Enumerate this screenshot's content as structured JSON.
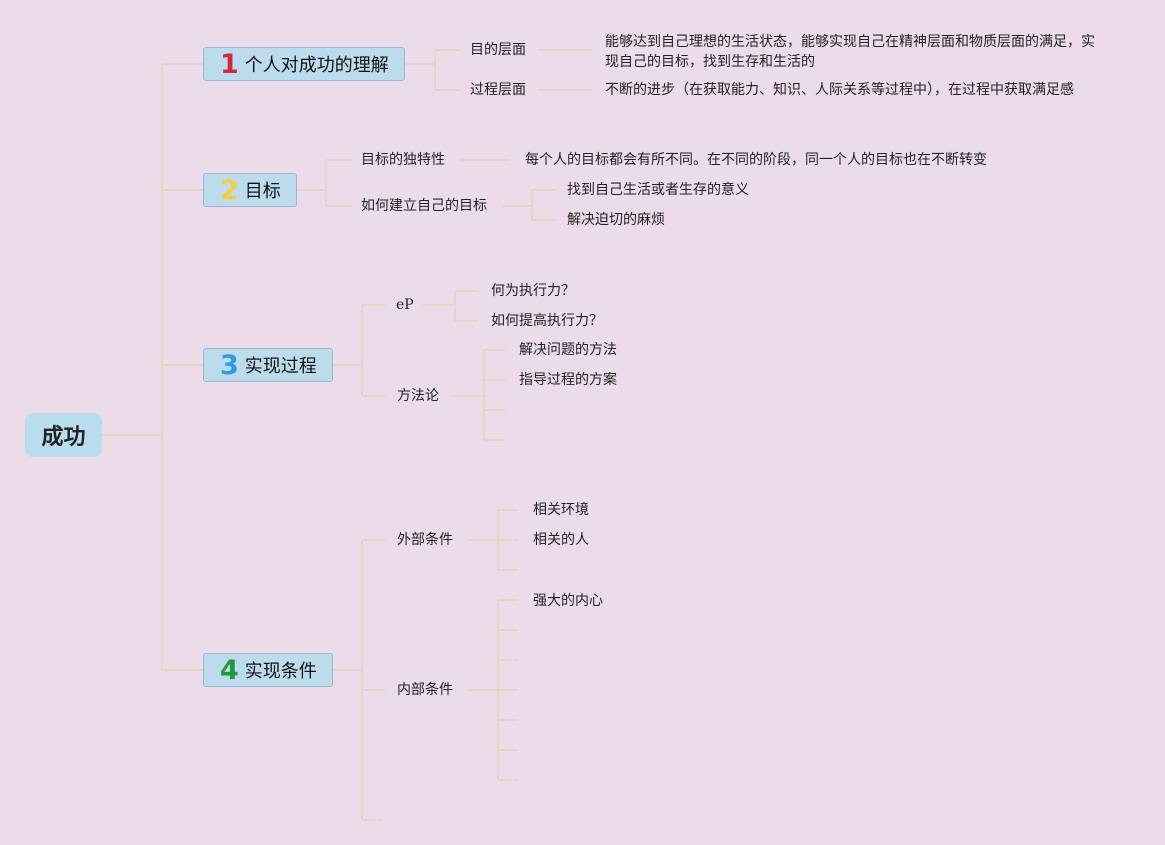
{
  "root": {
    "label": "成功"
  },
  "branches": [
    {
      "number": "1",
      "number_color": "#d6263a",
      "label": "个人对成功的理解",
      "children": [
        {
          "label": "目的层面",
          "children": [
            {
              "label": "能够达到自己理想的生活状态，能够实现自己在精神层面和物质层面的满足，实现自己的目标，找到生存和生活的"
            }
          ]
        },
        {
          "label": "过程层面",
          "children": [
            {
              "label": "不断的进步（在获取能力、知识、人际关系等过程中），在过程中获取满足感"
            }
          ]
        }
      ]
    },
    {
      "number": "2",
      "number_color": "#f2cf3f",
      "label": "目标",
      "children": [
        {
          "label": "目标的独特性",
          "children": [
            {
              "label": "每个人的目标都会有所不同。在不同的阶段，同一个人的目标也在不断转变"
            }
          ]
        },
        {
          "label": "如何建立自己的目标",
          "children": [
            {
              "label": "找到自己生活或者生存的意义"
            },
            {
              "label": "解决迫切的麻烦"
            }
          ]
        }
      ]
    },
    {
      "number": "3",
      "number_color": "#2f9be0",
      "label": "实现过程",
      "children": [
        {
          "label": "eP",
          "children": [
            {
              "label": "何为执行力？"
            },
            {
              "label": "如何提高执行力？"
            }
          ]
        },
        {
          "label": "方法论",
          "children": [
            {
              "label": "解决问题的方法"
            },
            {
              "label": "指导过程的方案"
            },
            {
              "label": ""
            },
            {
              "label": ""
            }
          ]
        }
      ]
    },
    {
      "number": "4",
      "number_color": "#1e9a3a",
      "label": "实现条件",
      "children": [
        {
          "label": "外部条件",
          "children": [
            {
              "label": "相关环境"
            },
            {
              "label": "相关的人"
            },
            {
              "label": ""
            }
          ]
        },
        {
          "label": "内部条件",
          "children": [
            {
              "label": "强大的内心"
            },
            {
              "label": ""
            },
            {
              "label": ""
            },
            {
              "label": ""
            },
            {
              "label": ""
            },
            {
              "label": ""
            },
            {
              "label": ""
            }
          ]
        },
        {
          "label": "",
          "children": []
        }
      ]
    }
  ],
  "colors": {
    "background": "#ecdcea",
    "connector": "#e3d3b5",
    "branch_fill": "#bcdcee",
    "root_fill": "#b9dcef"
  }
}
